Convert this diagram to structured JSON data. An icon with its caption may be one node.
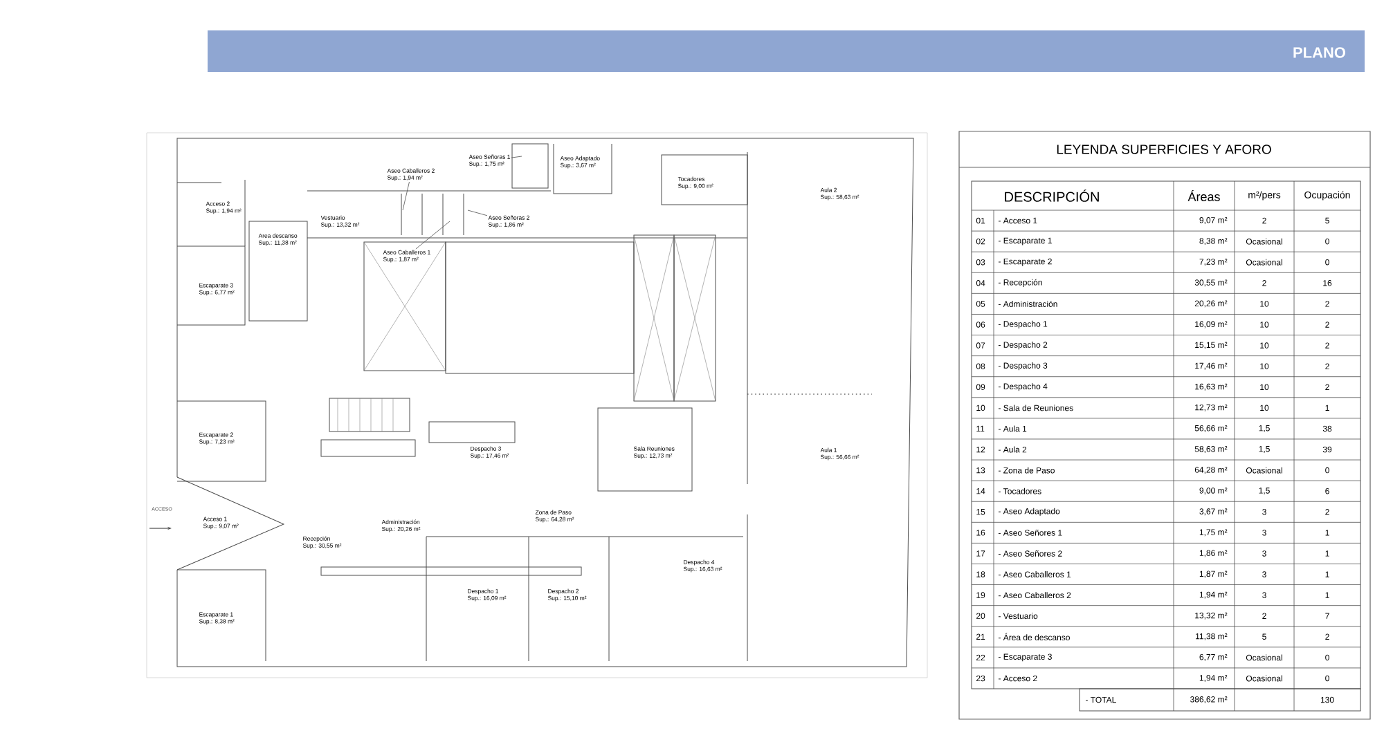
{
  "diagram": {
    "nodes": [
      {
        "text": [
          "Aseo Señoras 1",
          "Sup.: 1,75 m²"
        ]
      },
      {
        "text": [
          "Aseo Adaptado",
          "Sup.: 3,67 m²"
        ]
      },
      {
        "text": [
          "Aseo Caballeros 2",
          "Sup.: 1,94 m²"
        ]
      },
      {
        "text": [
          "Tocadores",
          "Sup.: 9,00 m²"
        ]
      },
      {
        "text": [
          "Aula 2",
          "Sup.: 58,63 m²"
        ]
      },
      {
        "text": [
          "Acceso 2",
          "Sup.: 1,94 m²"
        ]
      },
      {
        "text": [
          "Vestuario",
          "Sup.: 13,32 m²"
        ]
      },
      {
        "text": [
          "Aseo Señoras 2",
          "Sup.: 1,86 m²"
        ]
      },
      {
        "text": [
          "Area descanso",
          "Sup.: 11,38 m²"
        ]
      },
      {
        "text": [
          "Aseo Caballeros 1",
          "Sup.: 1,87 m²"
        ]
      },
      {
        "text": [
          "Escaparate 3",
          "Sup.: 6,77 m²"
        ]
      },
      {
        "text": [
          "Escaparate 2",
          "Sup.: 7,23 m²"
        ]
      },
      {
        "text": [
          "Despacho 3",
          "Sup.: 17,46 m²"
        ]
      },
      {
        "text": [
          "Sala Reuniones",
          "Sup.: 12,73 m²"
        ]
      },
      {
        "text": [
          "Aula 1",
          "Sup.: 56,66 m²"
        ]
      },
      {
        "text": [
          "Zona de Paso",
          "Sup.: 64,28 m²"
        ]
      },
      {
        "text": [
          "Acceso 1",
          "Sup.: 9,07 m²"
        ]
      },
      {
        "text": [
          "Administración",
          "Sup.: 20,26 m²"
        ]
      },
      {
        "text": [
          "Recepción",
          "Sup.: 30,55 m²"
        ]
      },
      {
        "text": [
          "Despacho 4",
          "Sup.: 16,63 m²"
        ]
      },
      {
        "text": [
          "Despacho 1",
          "Sup.: 16,09 m²"
        ]
      },
      {
        "text": [
          "Despacho 2",
          "Sup.: 15,10 m²"
        ]
      },
      {
        "text": [
          "Escaparate 1",
          "Sup.: 8,38 m²"
        ]
      }
    ],
    "edges": [
      {
        "from": 0,
        "to": null,
        "arrow": "none"
      },
      {
        "from": 2,
        "to": null,
        "arrow": "none"
      },
      {
        "from": 7,
        "to": null,
        "arrow": "none"
      },
      {
        "from": 9,
        "to": null,
        "arrow": "none"
      }
    ],
    "labels": [
      "PLANO",
      "ACCESO",
      "LEYENDA SUPERFICIES Y AFORO",
      "DESCRIPCIÓN",
      "Áreas",
      "m²/pers",
      "Ocupación",
      "01",
      "- Acceso 1",
      "9,07 m²",
      "2",
      "5",
      "02",
      "- Escaparate 1",
      "8,38 m²",
      "Ocasional",
      "0",
      "03",
      "- Escaparate 2",
      "7,23 m²",
      "Ocasional",
      "0",
      "04",
      "- Recepción",
      "30,55 m²",
      "2",
      "16",
      "05",
      "- Administración",
      "20,26 m²",
      "10",
      "2",
      "06",
      "- Despacho 1",
      "16,09 m²",
      "10",
      "2",
      "07",
      "- Despacho 2",
      "15,15 m²",
      "10",
      "2",
      "08",
      "- Despacho 3",
      "17,46 m²",
      "10",
      "2",
      "09",
      "- Despacho 4",
      "16,63 m²",
      "10",
      "2",
      "10",
      "- Sala de Reuniones",
      "12,73 m²",
      "10",
      "1",
      "11",
      "- Aula 1",
      "56,66 m²",
      "1,5",
      "38",
      "12",
      "- Aula 2",
      "58,63 m²",
      "1,5",
      "39",
      "13",
      "- Zona de Paso",
      "64,28 m²",
      "Ocasional",
      "0",
      "14",
      "- Tocadores",
      "9,00 m²",
      "1,5",
      "6",
      "15",
      "- Aseo Adaptado",
      "3,67 m²",
      "3",
      "2",
      "16",
      "- Aseo Señores 1",
      "1,75 m²",
      "3",
      "1",
      "17",
      "- Aseo Señores 2",
      "1,86 m²",
      "3",
      "1",
      "18",
      "- Aseo Caballeros 1",
      "1,87 m²",
      "3",
      "1",
      "19",
      "- Aseo Caballeros 2",
      "1,94 m²",
      "3",
      "1",
      "20",
      "- Vestuario",
      "13,32 m²",
      "2",
      "7",
      "21",
      "- Área de descanso",
      "11,38 m²",
      "5",
      "2",
      "22",
      "- Escaparate 3",
      "6,77 m²",
      "Ocasional",
      "0",
      "23",
      "- Acceso 2",
      "1,94 m²",
      "Ocasional",
      "0",
      "- TOTAL",
      "386,62 m²",
      "130"
    ]
  }
}
